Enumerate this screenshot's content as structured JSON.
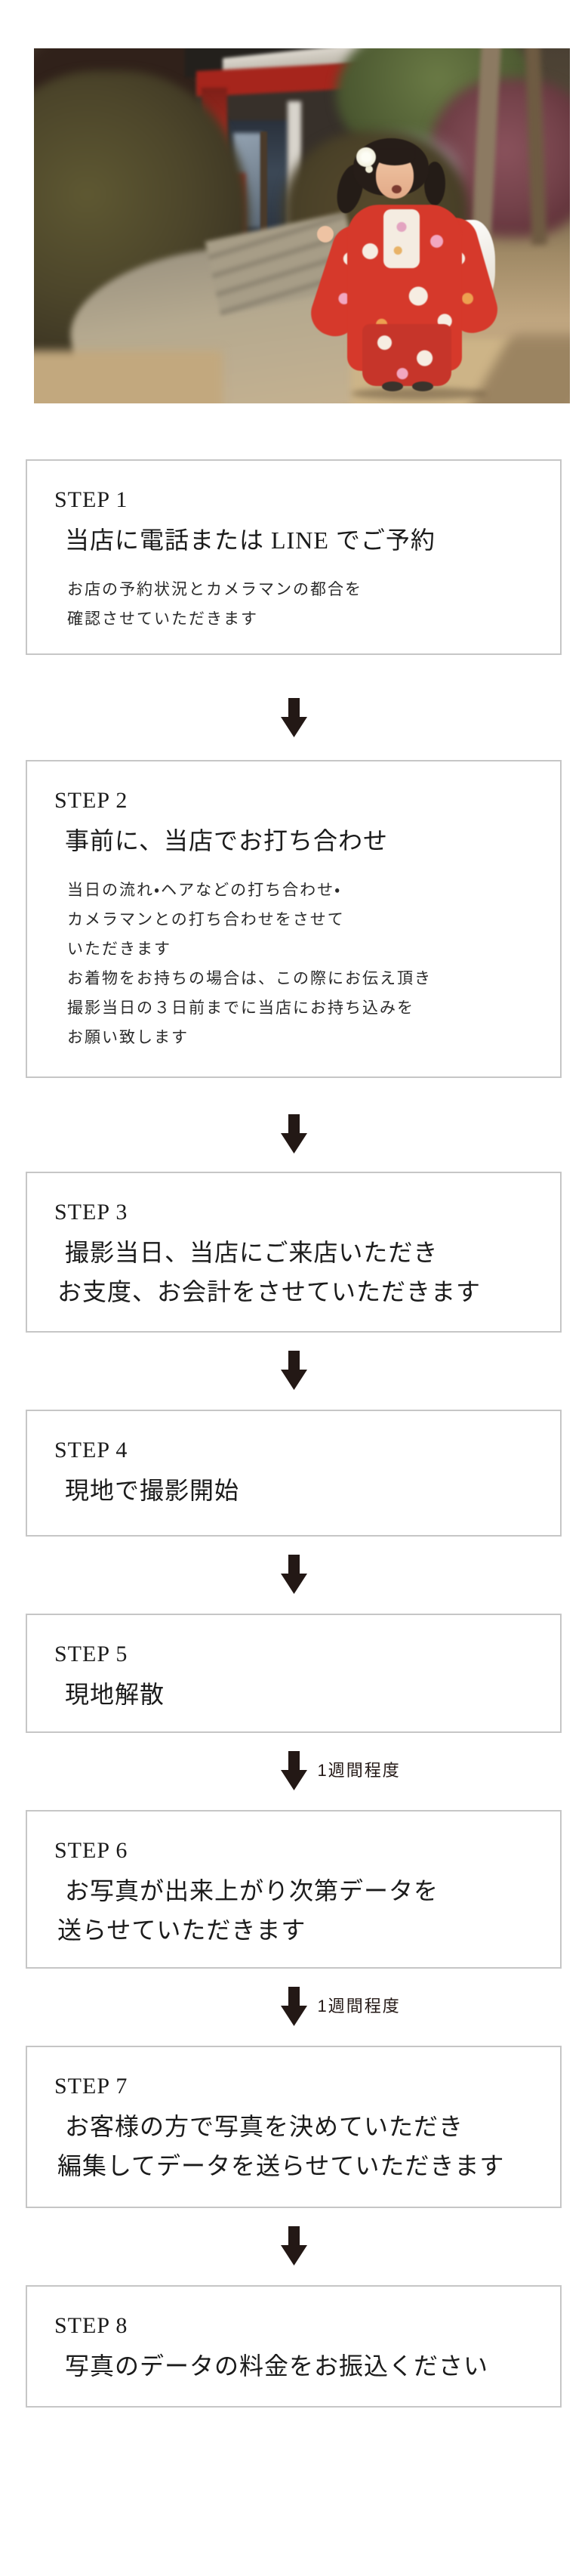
{
  "photo": {
    "name": "shichigosan-kimono-child-outdoor-photo"
  },
  "colors": {
    "arrow": "#231815",
    "box_border": "#c6c6c6",
    "title_text": "#1b1b1b",
    "body_text": "#2a2a2a",
    "kimono_red": "#d6392b"
  },
  "steps": [
    {
      "id": "step-1",
      "title": "STEP 1",
      "subtitle_lines": [
        "当店に電話または LINE でご予約"
      ],
      "body_lines": [
        "お店の予約状況とカメラマンの都合を",
        "確認させていただきます"
      ],
      "arrow_label": ""
    },
    {
      "id": "step-2",
      "title": "STEP 2",
      "subtitle_lines": [
        "事前に、当店でお打ち合わせ"
      ],
      "body_lines": [
        "当日の流れ・ヘアなどの打ち合わせ・",
        "カメラマンとの打ち合わせをさせて",
        "いただきます",
        "お着物をお持ちの場合は、この際にお伝え頂き",
        "撮影当日の３日前までに当店にお持ち込みを",
        "お願い致します"
      ],
      "arrow_label": ""
    },
    {
      "id": "step-3",
      "title": "STEP 3",
      "subtitle_lines": [
        "撮影当日、当店にご来店いただき",
        "お支度、お会計をさせていただきます"
      ],
      "body_lines": [],
      "arrow_label": ""
    },
    {
      "id": "step-4",
      "title": "STEP 4",
      "subtitle_lines": [
        "現地で撮影開始"
      ],
      "body_lines": [],
      "arrow_label": ""
    },
    {
      "id": "step-5",
      "title": "STEP 5",
      "subtitle_lines": [
        "現地解散"
      ],
      "body_lines": [],
      "arrow_label": "1週間程度"
    },
    {
      "id": "step-6",
      "title": "STEP 6",
      "subtitle_lines": [
        "お写真が出来上がり次第データを",
        "送らせていただきます"
      ],
      "body_lines": [],
      "arrow_label": "1週間程度"
    },
    {
      "id": "step-7",
      "title": "STEP 7",
      "subtitle_lines": [
        "お客様の方で写真を決めていただき",
        "編集してデータを送らせていただきます"
      ],
      "body_lines": [],
      "arrow_label": ""
    },
    {
      "id": "step-8",
      "title": "STEP 8",
      "subtitle_lines": [
        "写真のデータの料金をお振込ください"
      ],
      "body_lines": [],
      "arrow_label": ""
    }
  ]
}
